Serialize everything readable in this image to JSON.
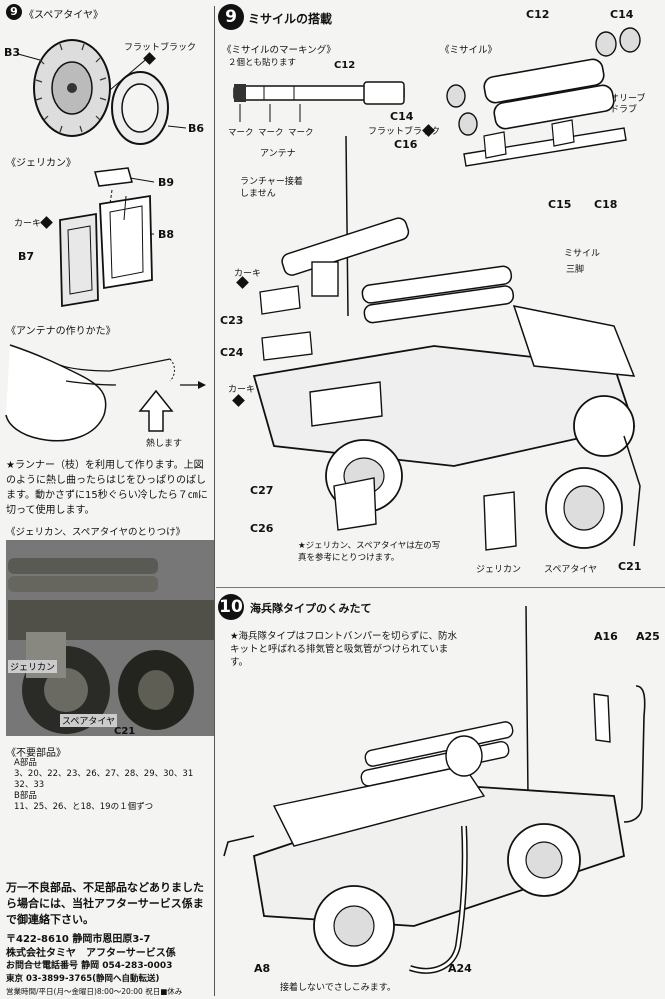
{
  "left": {
    "step_num": "9",
    "spare_title": "《スペアタイヤ》",
    "spare_parts": {
      "b3": "B3",
      "b6": "B6",
      "flat_black": "フラットブラック"
    },
    "jerrycan_title": "《ジェリカン》",
    "jerrycan_parts": {
      "b9": "B9",
      "b8": "B8",
      "b7": "B7",
      "khaki": "カーキ"
    },
    "antenna_title": "《アンテナの作りかた》",
    "heat_label": "熱します",
    "antenna_note": "★ランナー（枝）を利用して作ります。上図のように熱し曲ったらはじをひっぱりのばします。動かさずに15秒ぐらい冷したら７㎝に切って使用します。",
    "photo_title": "《ジェリカン、スペアタイヤのとりつけ》",
    "photo_labels": {
      "jerrycan": "ジェリカン",
      "spare": "スペアタイヤ",
      "c21": "C21"
    },
    "unused_title": "《不要部品》",
    "unused_lines": [
      "A部品",
      "3、20、22、23、26、27、28、29、30、31",
      "32、33",
      "B部品",
      "11、25、26、と18、19の１個ずつ"
    ],
    "service_text": "万一不良部品、不足部品などありましたら場合には、当社アフターサービス係まで御連絡下さい。",
    "address": "〒422-8610 静岡市恩田原3-7",
    "company": "株式会社タミヤ　アフターサービス係",
    "phone_shizuoka": "お問合せ電話番号 静岡 054-283-0003",
    "phone_tokyo": "東京 03-3899-3765(静岡へ自動転送)",
    "hours": "営業時間/平日(月〜金曜日)8:00〜20:00 祝日■休み"
  },
  "step9": {
    "num": "9",
    "title": "ミサイルの搭載",
    "marking_title": "《ミサイルのマーキング》",
    "marking_note": "２個とも貼ります",
    "c12_label": "C12",
    "mark_labels": [
      "マーク",
      "マーク",
      "マーク"
    ],
    "missile_title": "《ミサイル》",
    "parts": {
      "c12": "C12",
      "c14a": "C14",
      "c14b": "C14",
      "c16": "C16",
      "c15": "C15",
      "c18": "C18",
      "olive": "オリーブドラブ",
      "flat_black": "フラットブラック"
    },
    "antenna": "アンテナ",
    "launcher_note": "ランチャー接着しません",
    "khaki1": "カーキ",
    "khaki2": "カーキ",
    "c23": "C23",
    "c24": "C24",
    "c27": "C27",
    "c26": "C26",
    "c21": "C21",
    "missile_label": "ミサイル",
    "tripod": "三脚",
    "jerrycan": "ジェリカン",
    "spare": "スペアタイヤ",
    "photo_note": "★ジェリカン、スペアタイヤは左の写真を参考にとりつけます。"
  },
  "step10": {
    "num": "10",
    "title": "海兵隊タイプのくみたて",
    "note": "★海兵隊タイプはフロントバンパーを切らずに、防水キットと呼ばれる排気管と吸気管がつけられています。",
    "a16": "A16",
    "a25": "A25",
    "a8": "A8",
    "a24": "A24",
    "bottom_note": "接着しないでさしこみます。"
  }
}
